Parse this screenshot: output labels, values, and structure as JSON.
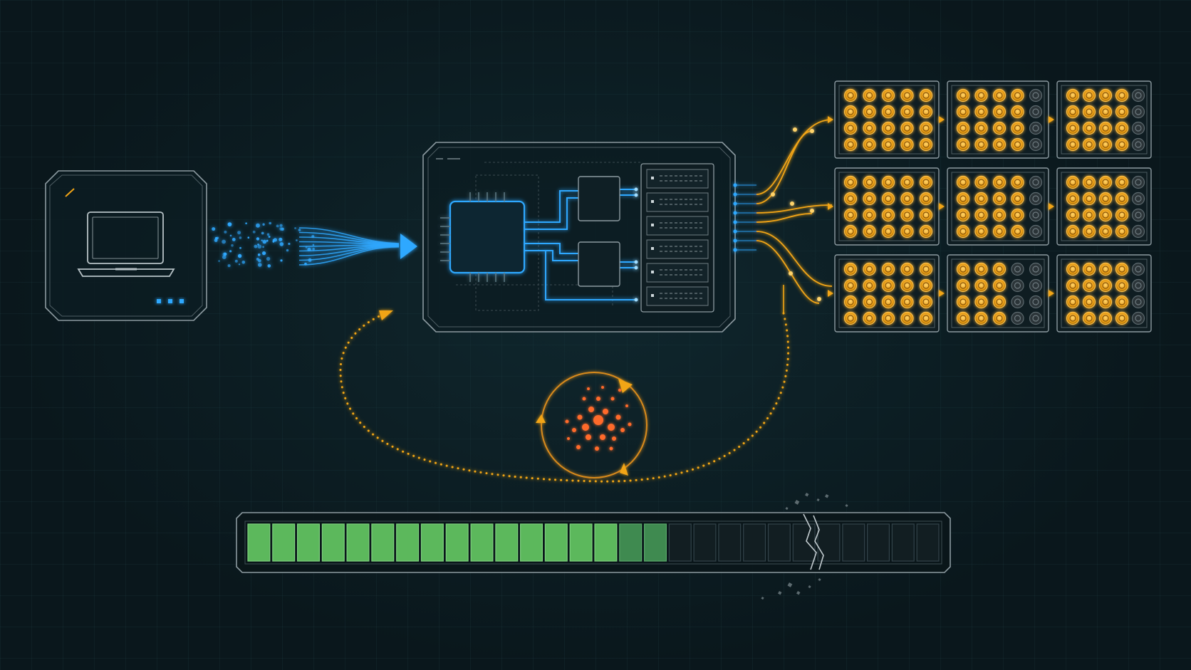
{
  "colors": {
    "background": "#0a171c",
    "outline": "#9aa8ac",
    "cyan": "#2fa8ff",
    "amber": "#f2a516",
    "orange": "#ff6a2a",
    "green": "#5cb85c",
    "green_dim": "#2f6a45"
  },
  "icons": {
    "client": "laptop-icon",
    "server": "processor-chip-icon",
    "storage": "server-rack-icon",
    "cycle": "refresh-cycle-icon"
  },
  "diagram": {
    "worker_grid": {
      "rows": 3,
      "columns": 3
    },
    "progress": {
      "segments_total": 28,
      "segments_filled": 17,
      "fraction": 0.61
    }
  }
}
